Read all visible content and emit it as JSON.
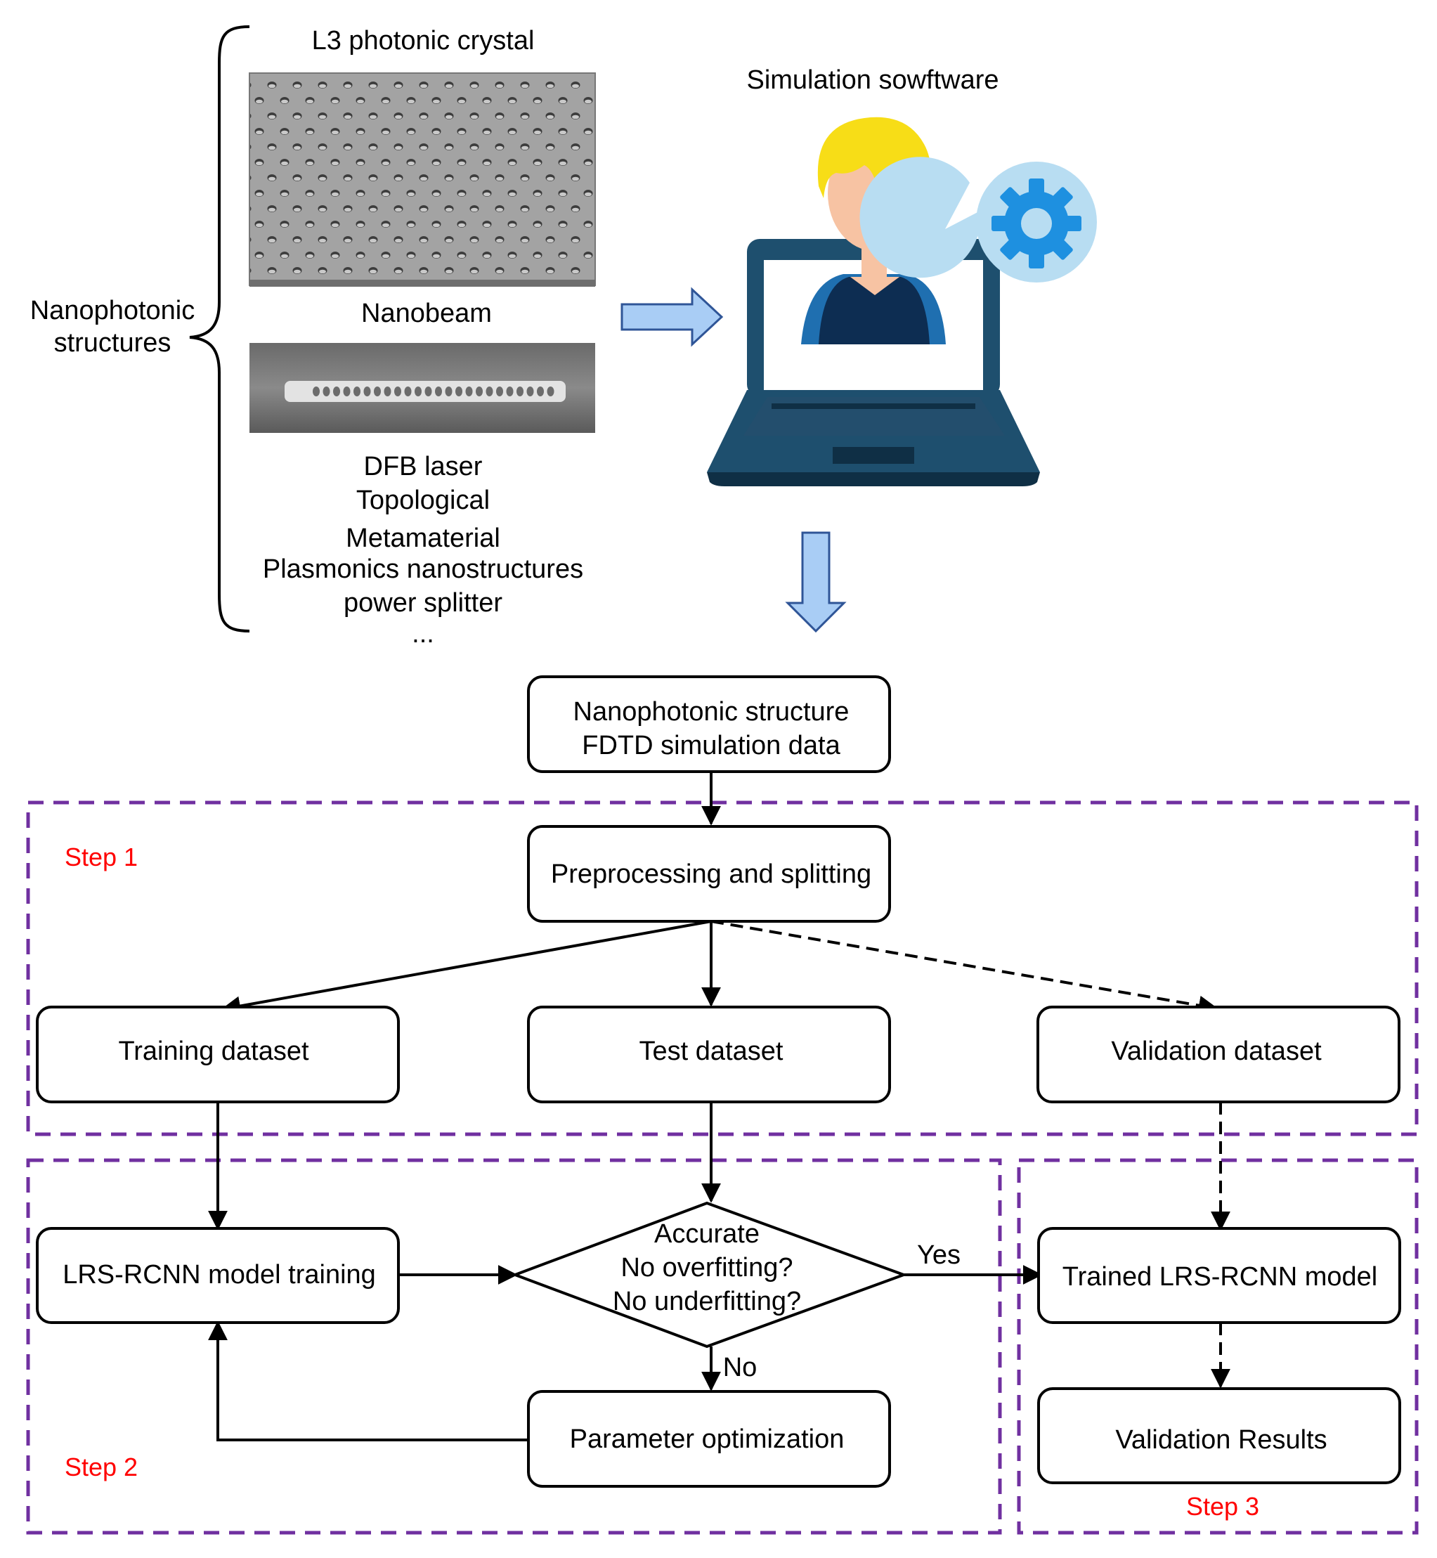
{
  "colors": {
    "step_frame": "#7030a0",
    "step_label": "#ff0000",
    "arrow_fill": "#a9cdf5",
    "arrow_stroke": "#2f5597",
    "laptop_body": "#1e4f6e",
    "gear": "#1e90e0",
    "bubble": "#b8ddf2",
    "hair": "#f7dd17",
    "skin": "#f7c3a3",
    "shirt": "#0d2d52"
  },
  "structures": {
    "group_label": [
      "Nanophotonic",
      "structures"
    ],
    "l3_title": "L3 photonic crystal",
    "nanobeam_title": "Nanobeam",
    "items": [
      "DFB laser",
      "Topological",
      "Metamaterial",
      "Plasmonics nanostructures",
      "power splitter",
      "..."
    ]
  },
  "simulation": {
    "title": "Simulation sowftware"
  },
  "flow": {
    "source_box": [
      "Nanophotonic structure",
      "FDTD simulation data"
    ],
    "preprocess_box": "Preprocessing and splitting",
    "training_box": "Training dataset",
    "test_box": "Test dataset",
    "validation_box": "Validation dataset",
    "model_training_box": "LRS-RCNN model training",
    "decision": [
      "Accurate",
      "No overfitting?",
      "No underfitting?"
    ],
    "yes_label": "Yes",
    "no_label": "No",
    "param_box": "Parameter optimization",
    "trained_box": "Trained LRS-RCNN model",
    "results_box": "Validation Results"
  },
  "steps": {
    "step1": "Step 1",
    "step2": "Step 2",
    "step3": "Step 3"
  }
}
